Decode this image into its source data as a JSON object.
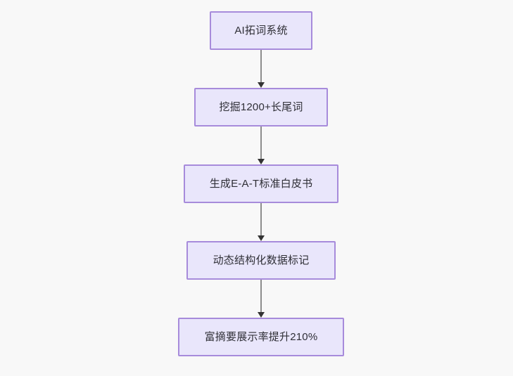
{
  "diagram": {
    "type": "flowchart",
    "direction": "top-to-bottom",
    "background_color": "#f8f8f8",
    "node_fill_color": "#e9e6fb",
    "node_border_color": "#a78bdb",
    "node_text_color": "#2f2f36",
    "edge_color": "#8d8d8d",
    "arrow_color": "#333333",
    "nodes": [
      {
        "id": "n1",
        "label": "AI拓词系统"
      },
      {
        "id": "n2",
        "label": "挖掘1200+长尾词"
      },
      {
        "id": "n3",
        "label": "生成E-A-T标准白皮书"
      },
      {
        "id": "n4",
        "label": "动态结构化数据标记"
      },
      {
        "id": "n5",
        "label": "富摘要展示率提升210%"
      }
    ],
    "edges": [
      {
        "from": "n1",
        "to": "n2"
      },
      {
        "from": "n2",
        "to": "n3"
      },
      {
        "from": "n3",
        "to": "n4"
      },
      {
        "from": "n4",
        "to": "n5"
      }
    ]
  }
}
